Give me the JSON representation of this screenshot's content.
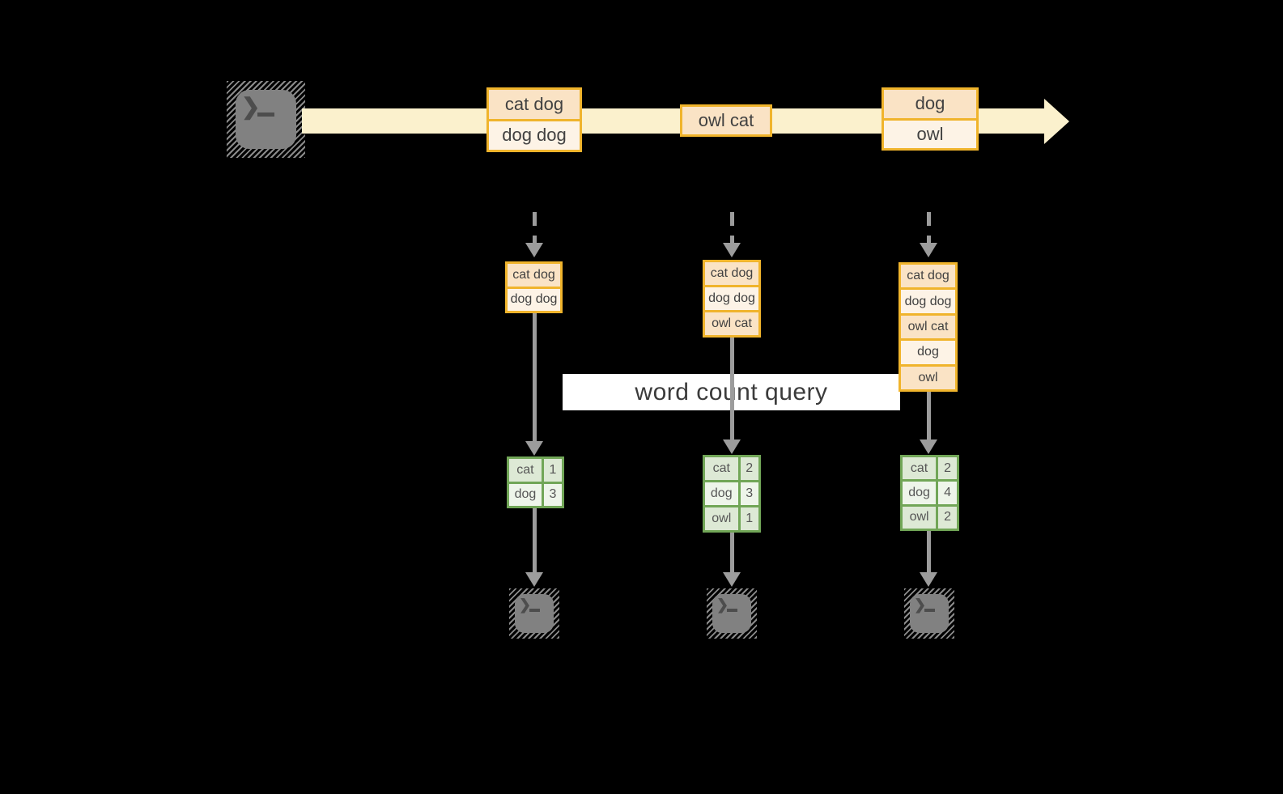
{
  "banner": {
    "label": "word count query"
  },
  "icons": {
    "terminal_prompt": "❯"
  },
  "timeline": {
    "batches": [
      {
        "lines": [
          "cat dog",
          "dog dog"
        ]
      },
      {
        "lines": [
          "owl cat"
        ]
      },
      {
        "lines": [
          "dog",
          "owl"
        ]
      }
    ]
  },
  "columns": [
    {
      "micro_batch": [
        "cat dog",
        "dog dog"
      ],
      "counts": {
        "rows": [
          [
            "cat",
            "1"
          ],
          [
            "dog",
            "3"
          ]
        ]
      }
    },
    {
      "micro_batch": [
        "cat dog",
        "dog dog",
        "owl cat"
      ],
      "counts": {
        "rows": [
          [
            "cat",
            "2"
          ],
          [
            "dog",
            "3"
          ],
          [
            "owl",
            "1"
          ]
        ]
      }
    },
    {
      "micro_batch": [
        "cat dog",
        "dog dog",
        "owl cat",
        "dog",
        "owl"
      ],
      "counts": {
        "rows": [
          [
            "cat",
            "2"
          ],
          [
            "dog",
            "4"
          ],
          [
            "owl",
            "2"
          ]
        ]
      }
    }
  ],
  "colors": {
    "accent_orange": "#F0B42C",
    "fill_peach": "#FAE3C5",
    "fill_cream": "#FDF3E6",
    "stream_band": "#FBF1CD",
    "accent_green": "#71A657",
    "green_cell_dark": "#DDE9D5",
    "green_cell_light": "#EEF5EA",
    "arrow_gray": "#9C9C9C",
    "terminal_gray": "#818181",
    "banner_bg": "#FFFFFF"
  }
}
